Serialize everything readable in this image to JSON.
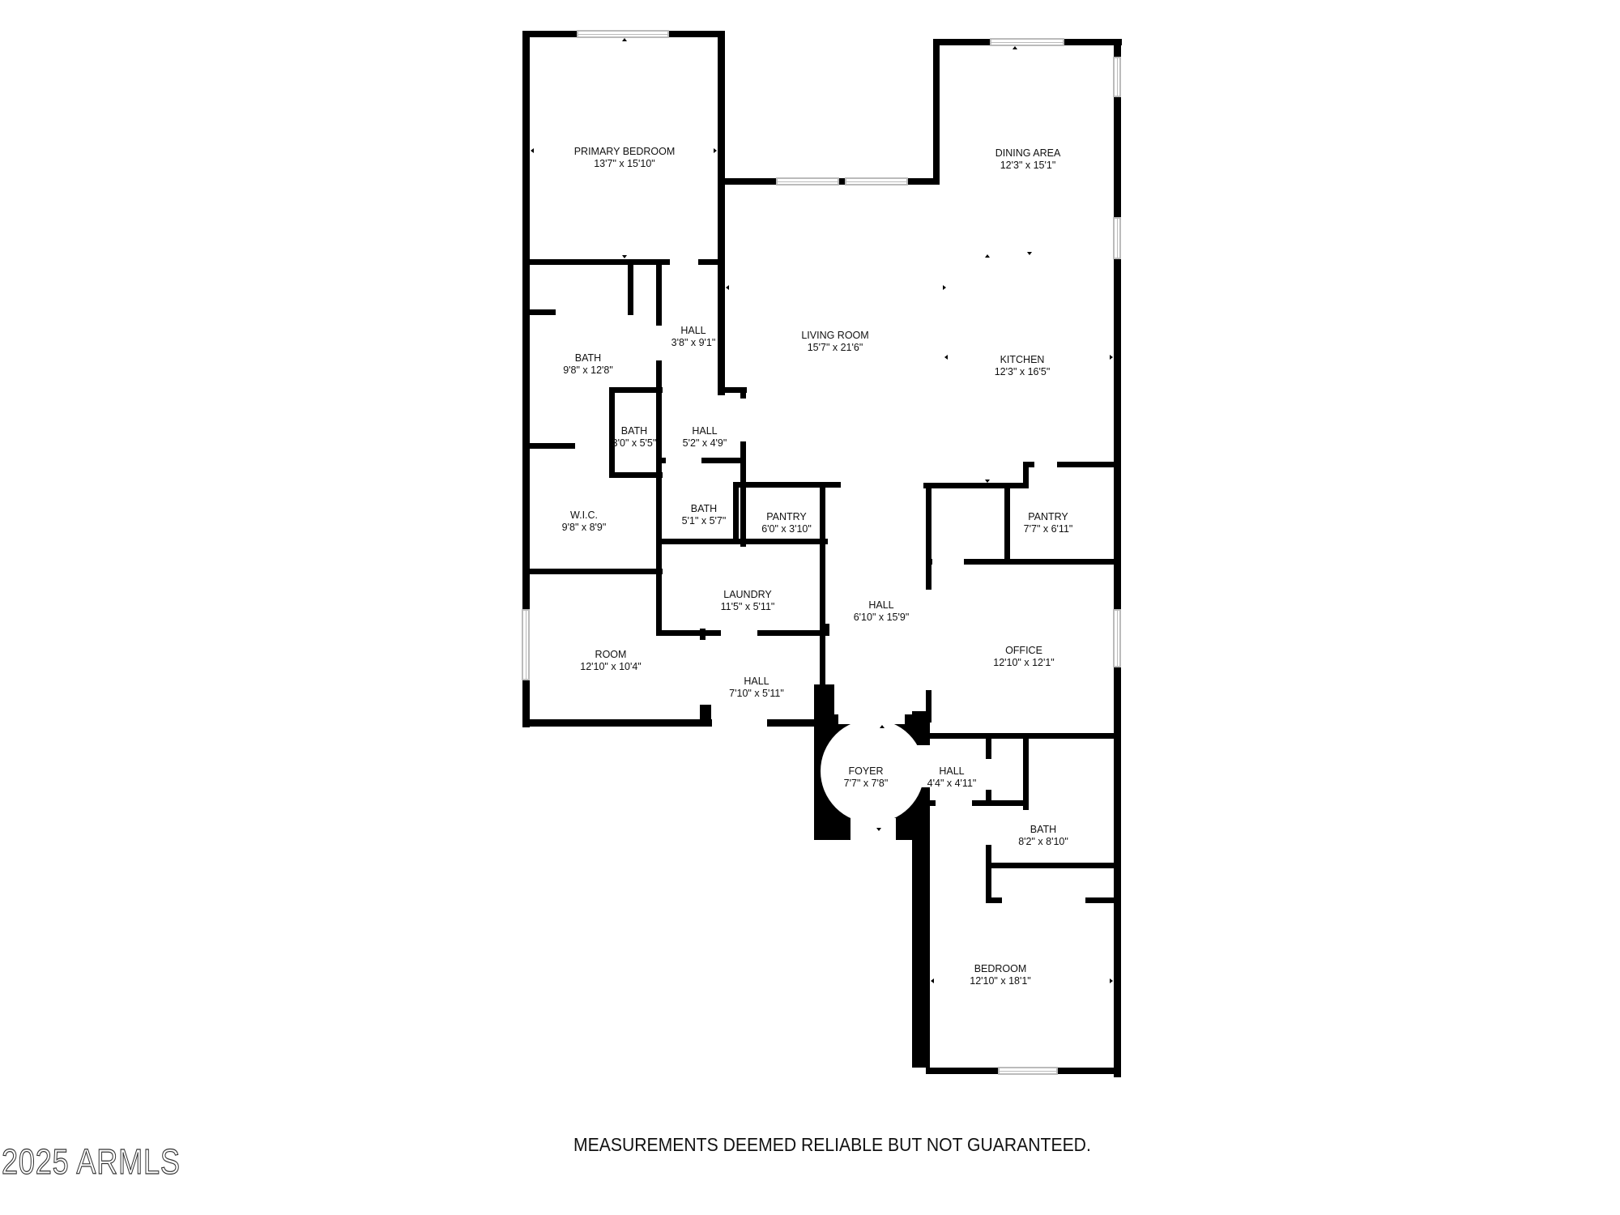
{
  "floor_plan": {
    "rooms": [
      {
        "id": "primary-bedroom",
        "name": "PRIMARY BEDROOM",
        "dims": "13'7\" x 15'10\""
      },
      {
        "id": "dining-area",
        "name": "DINING AREA",
        "dims": "12'3\" x 15'1\""
      },
      {
        "id": "living-room",
        "name": "LIVING ROOM",
        "dims": "15'7\" x 21'6\""
      },
      {
        "id": "kitchen",
        "name": "KITCHEN",
        "dims": "12'3\" x 16'5\""
      },
      {
        "id": "primary-bath",
        "name": "BATH",
        "dims": "9'8\" x 12'8\""
      },
      {
        "id": "hall-1",
        "name": "HALL",
        "dims": "3'8\" x 9'1\""
      },
      {
        "id": "bath-small",
        "name": "BATH",
        "dims": "3'0\" x 5'5\""
      },
      {
        "id": "hall-2",
        "name": "HALL",
        "dims": "5'2\" x 4'9\""
      },
      {
        "id": "wic",
        "name": "W.I.C.",
        "dims": "9'8\" x 8'9\""
      },
      {
        "id": "bath-2",
        "name": "BATH",
        "dims": "5'1\" x 5'7\""
      },
      {
        "id": "pantry-1",
        "name": "PANTRY",
        "dims": "6'0\" x 3'10\""
      },
      {
        "id": "pantry-2",
        "name": "PANTRY",
        "dims": "7'7\" x 6'11\""
      },
      {
        "id": "laundry",
        "name": "LAUNDRY",
        "dims": "11'5\" x 5'11\""
      },
      {
        "id": "hall-main",
        "name": "HALL",
        "dims": "6'10\" x 15'9\""
      },
      {
        "id": "office",
        "name": "OFFICE",
        "dims": "12'10\" x 12'1\""
      },
      {
        "id": "room",
        "name": "ROOM",
        "dims": "12'10\" x 10'4\""
      },
      {
        "id": "hall-3",
        "name": "HALL",
        "dims": "7'10\" x 5'11\""
      },
      {
        "id": "foyer",
        "name": "FOYER",
        "dims": "7'7\" x 7'8\""
      },
      {
        "id": "hall-4",
        "name": "HALL",
        "dims": "4'4\" x 4'11\""
      },
      {
        "id": "bath-3",
        "name": "BATH",
        "dims": "8'2\" x 8'10\""
      },
      {
        "id": "bedroom",
        "name": "BEDROOM",
        "dims": "12'10\" x 18'1\""
      }
    ],
    "disclaimer": "MEASUREMENTS DEEMED RELIABLE BUT NOT GUARANTEED.",
    "watermark": "2025 ARMLS",
    "colors": {
      "wall": "#000000",
      "background": "#ffffff",
      "window": "#bbbbbb"
    }
  }
}
